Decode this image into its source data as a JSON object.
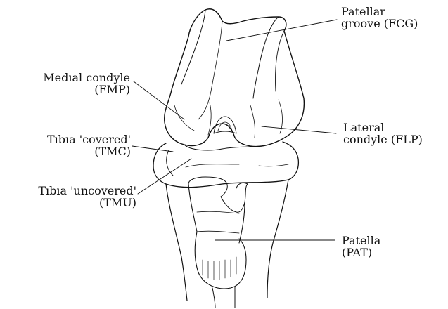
{
  "figure": {
    "labels": {
      "patellar_groove": {
        "line1": "Patellar",
        "line2": "groove (FCG)"
      },
      "medial_condyle": {
        "line1": "Medıal condyle",
        "line2": "(FMP)"
      },
      "lateral_condyle": {
        "line1": "Lateral",
        "line2": "condyle (FLP)"
      },
      "tibia_covered": {
        "line1": "Tıbıa 'covered'",
        "line2": "(TMC)"
      },
      "tibia_uncovered": {
        "line1": "Tıbıa 'uncovered'",
        "line2": "(TMU)"
      },
      "patella": {
        "line1": "Patella",
        "line2": "(PAT)"
      }
    },
    "colors": {
      "ink": "#111111",
      "background": "#ffffff"
    }
  }
}
